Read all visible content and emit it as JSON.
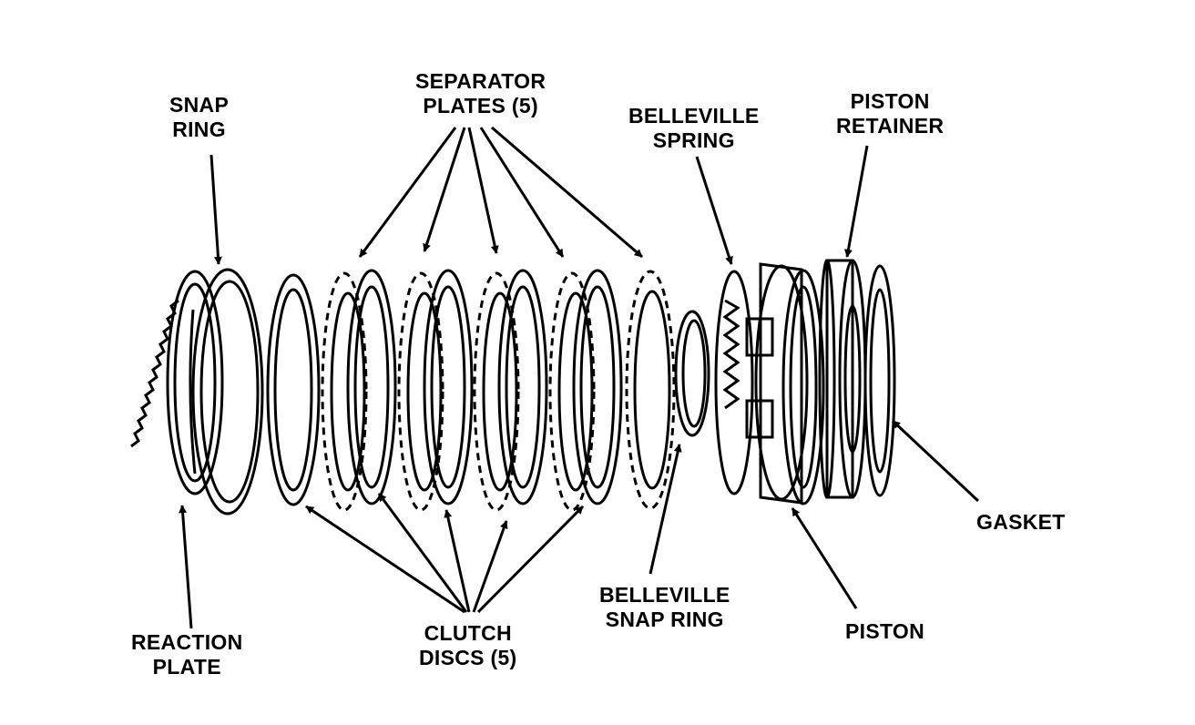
{
  "labels": {
    "snap_ring": [
      "SNAP",
      "RING"
    ],
    "separator_plates": [
      "SEPARATOR",
      "PLATES (5)"
    ],
    "belleville_spring": [
      "BELLEVILLE",
      "SPRING"
    ],
    "piston_retainer": [
      "PISTON",
      "RETAINER"
    ],
    "gasket": [
      "GASKET"
    ],
    "reaction_plate": [
      "REACTION",
      "PLATE"
    ],
    "clutch_discs": [
      "CLUTCH",
      "DISCS (5)"
    ],
    "belleville_snap_ring": [
      "BELLEVILLE",
      "SNAP RING"
    ],
    "piston": [
      "PISTON"
    ]
  },
  "colors": {
    "ink": "#000000",
    "paper": "#ffffff"
  }
}
